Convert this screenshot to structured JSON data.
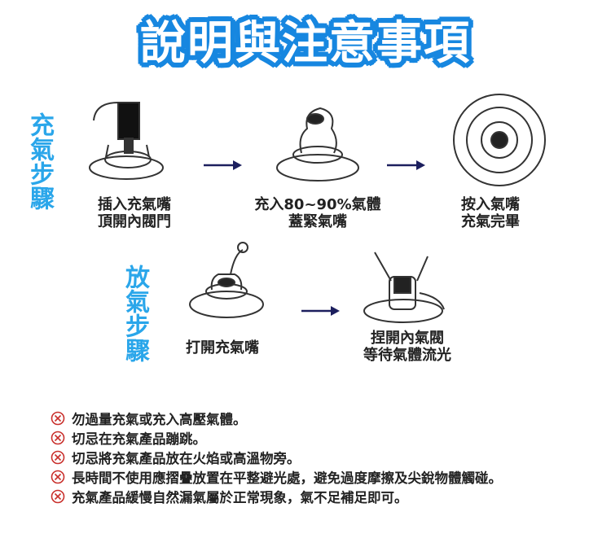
{
  "title": "說明與注意事項",
  "inflate": {
    "label": "充氣步驟",
    "steps": [
      {
        "line1": "插入充氣嘴",
        "line2": "頂開內閥門"
      },
      {
        "line1": "充入80~90%氣體",
        "line2": "蓋緊氣嘴"
      },
      {
        "line1": "按入氣嘴",
        "line2": "充氣完畢"
      }
    ]
  },
  "deflate": {
    "label": "放氣步驟",
    "steps": [
      {
        "line1": "打開充氣嘴"
      },
      {
        "line1": "捏開內氣閥",
        "line2": "等待氣體流光"
      }
    ]
  },
  "arrow_color": "#1c1f5e",
  "warnings": [
    "勿過量充氣或充入高壓氣體。",
    "切忌在充氣產品蹦跳。",
    "切忌將充氣產品放在火焰或高溫物旁。",
    "長時間不使用應摺疊放置在平整避光處，避免過度摩擦及尖銳物體觸碰。",
    "充氣產品緩慢自然漏氣屬於正常現象，氣不足補足即可。"
  ]
}
